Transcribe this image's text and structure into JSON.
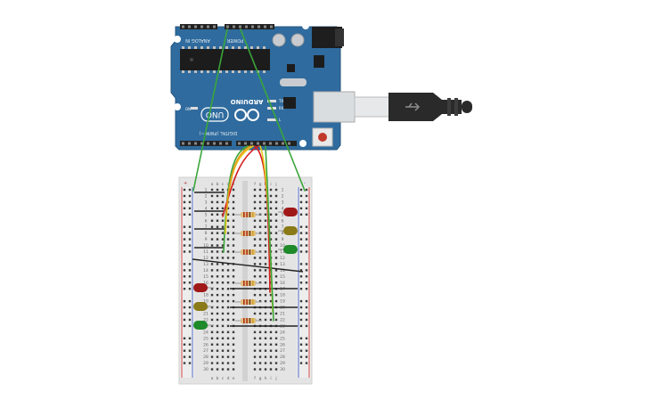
{
  "arduino": {
    "brand": "ARDUINO",
    "model": "UNO",
    "label_analog_in": "ANALOG IN",
    "label_power": "POWER",
    "label_digital": "DIGITAL (PWM ~)",
    "label_tx": "TX",
    "label_rx": "RX",
    "label_l": "L",
    "label_on": "ON"
  },
  "breadboard": {
    "columns_top": [
      "a",
      "b",
      "c",
      "d",
      "e",
      "f",
      "g",
      "h",
      "i",
      "j"
    ],
    "columns_bottom": [
      "a",
      "b",
      "c",
      "d",
      "e",
      "f",
      "g",
      "h",
      "i",
      "j"
    ],
    "row_numbers": [
      "1",
      "2",
      "3",
      "4",
      "5",
      "6",
      "7",
      "8",
      "9",
      "10",
      "11",
      "12",
      "13",
      "14",
      "15",
      "16",
      "17",
      "18",
      "19",
      "20",
      "21",
      "22",
      "23",
      "24",
      "25",
      "26",
      "27",
      "28",
      "29",
      "30"
    ],
    "rail_plus": "+",
    "rail_minus": "-"
  },
  "leds": {
    "left": [
      {
        "name": "red",
        "color": "#a01818"
      },
      {
        "name": "yellow",
        "color": "#8a7a18"
      },
      {
        "name": "green",
        "color": "#1e8a2a"
      }
    ],
    "right": [
      {
        "name": "red",
        "color": "#a01818"
      },
      {
        "name": "yellow",
        "color": "#8a7a18"
      },
      {
        "name": "green",
        "color": "#1e8a2a"
      }
    ]
  },
  "colors": {
    "board": "#2f6b9e",
    "wire_green": "#3aa63a",
    "wire_yellow": "#e8c81a",
    "wire_red": "#d41e1e",
    "wire_orange": "#e89a1a",
    "wire_black": "#222222"
  },
  "icons": [
    "usb-cable-icon",
    "reset-button-icon",
    "power-jack-icon",
    "arduino-infinity-logo-icon"
  ]
}
